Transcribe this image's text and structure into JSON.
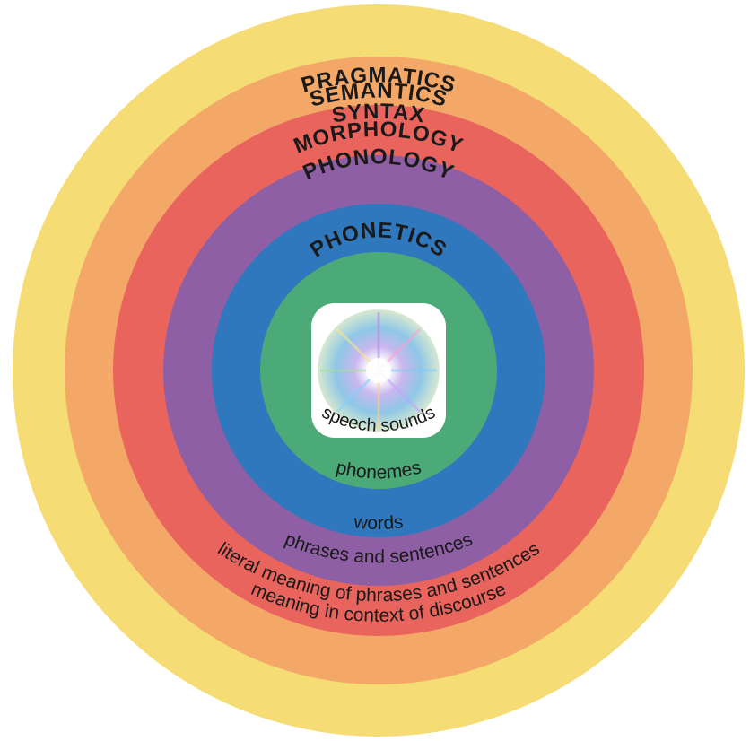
{
  "diagram": {
    "rings": [
      {
        "id": "pragmatics",
        "title": "PRAGMATICS",
        "description": "meaning in context of discourse",
        "color": "#f5dc74"
      },
      {
        "id": "semantics",
        "title": "SEMANTICS",
        "description": "literal meaning of phrases and sentences",
        "color": "#f4a868"
      },
      {
        "id": "syntax",
        "title": "SYNTAX",
        "description": "phrases and sentences",
        "color": "#e9645c"
      },
      {
        "id": "morphology",
        "title": "MORPHOLOGY",
        "description": "words",
        "color": "#8f5fa5"
      },
      {
        "id": "phonology",
        "title": "PHONOLOGY",
        "description": "phonemes",
        "color": "#2f78bd"
      },
      {
        "id": "phonetics",
        "title": "PHONETICS",
        "description": "speech sounds",
        "color": "#4caa78"
      }
    ],
    "center": {
      "icon": "radiant-disc-icon"
    }
  }
}
